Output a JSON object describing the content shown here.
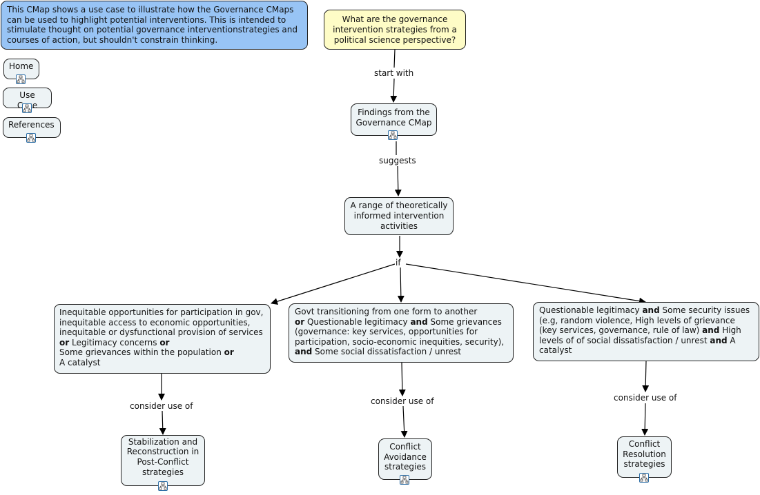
{
  "intro_note": "This CMap shows a use case to illustrate how the Governance CMaps can be used to highlight potential interventions.  This is intended to stimulate thought on potential  governance interventionstrategies and courses of action, but shouldn't constrain thinking.",
  "nav": {
    "home": "Home",
    "use_case": "Use Case",
    "references": "References"
  },
  "question": "What are the governance intervention strategies from a political science perspective?",
  "findings": "Findings from the Governance CMap",
  "range": "A range of theoretically informed intervention activities",
  "links": {
    "start_with": "start with",
    "suggests": "suggests",
    "if": "if",
    "consider_left": "consider use of",
    "consider_mid": "consider use of",
    "consider_right": "consider use of"
  },
  "conditions": {
    "left": {
      "p1": "Inequitable opportunities for participation in gov, inequitable access to economic opportunities, inequitable or dysfunctional provision of services",
      "or1": "or",
      "p2": " Legitimacy concerns ",
      "or2": "or",
      "p3": "Some grievances within the population ",
      "or3": "or",
      "p4": "A catalyst"
    },
    "mid": {
      "p1": "Govt transitioning from one form to another",
      "or1": "or",
      "p2": " Questionable legitimacy ",
      "and1": "and",
      "p3": " Some grievances  (governance: key services, opportunities for participation, socio-economic inequities, security), ",
      "and2": "and",
      "p4": " Some social dissatisfaction / unrest"
    },
    "right": {
      "p1": "Questionable legitimacy ",
      "and1": "and",
      "p2": " Some security issues (e.g, random violence, High levels of grievance (key services, governance, rule of law) ",
      "and2": "and",
      "p3": " High levels of of social dissatisfaction / unrest ",
      "and3": "and",
      "p4": " A catalyst"
    }
  },
  "outcomes": {
    "left": "Stabilization and Reconstruction in Post-Conflict strategies",
    "mid": "Conflict Avoidance strategies",
    "right": "Conflict Resolution strategies"
  },
  "colors": {
    "node_fill": "#edf3f5",
    "note_fill": "#98c4f5",
    "question_fill": "#fefcc6",
    "icon_border": "#2d6ea6"
  },
  "icon": "cmap-submap-icon"
}
